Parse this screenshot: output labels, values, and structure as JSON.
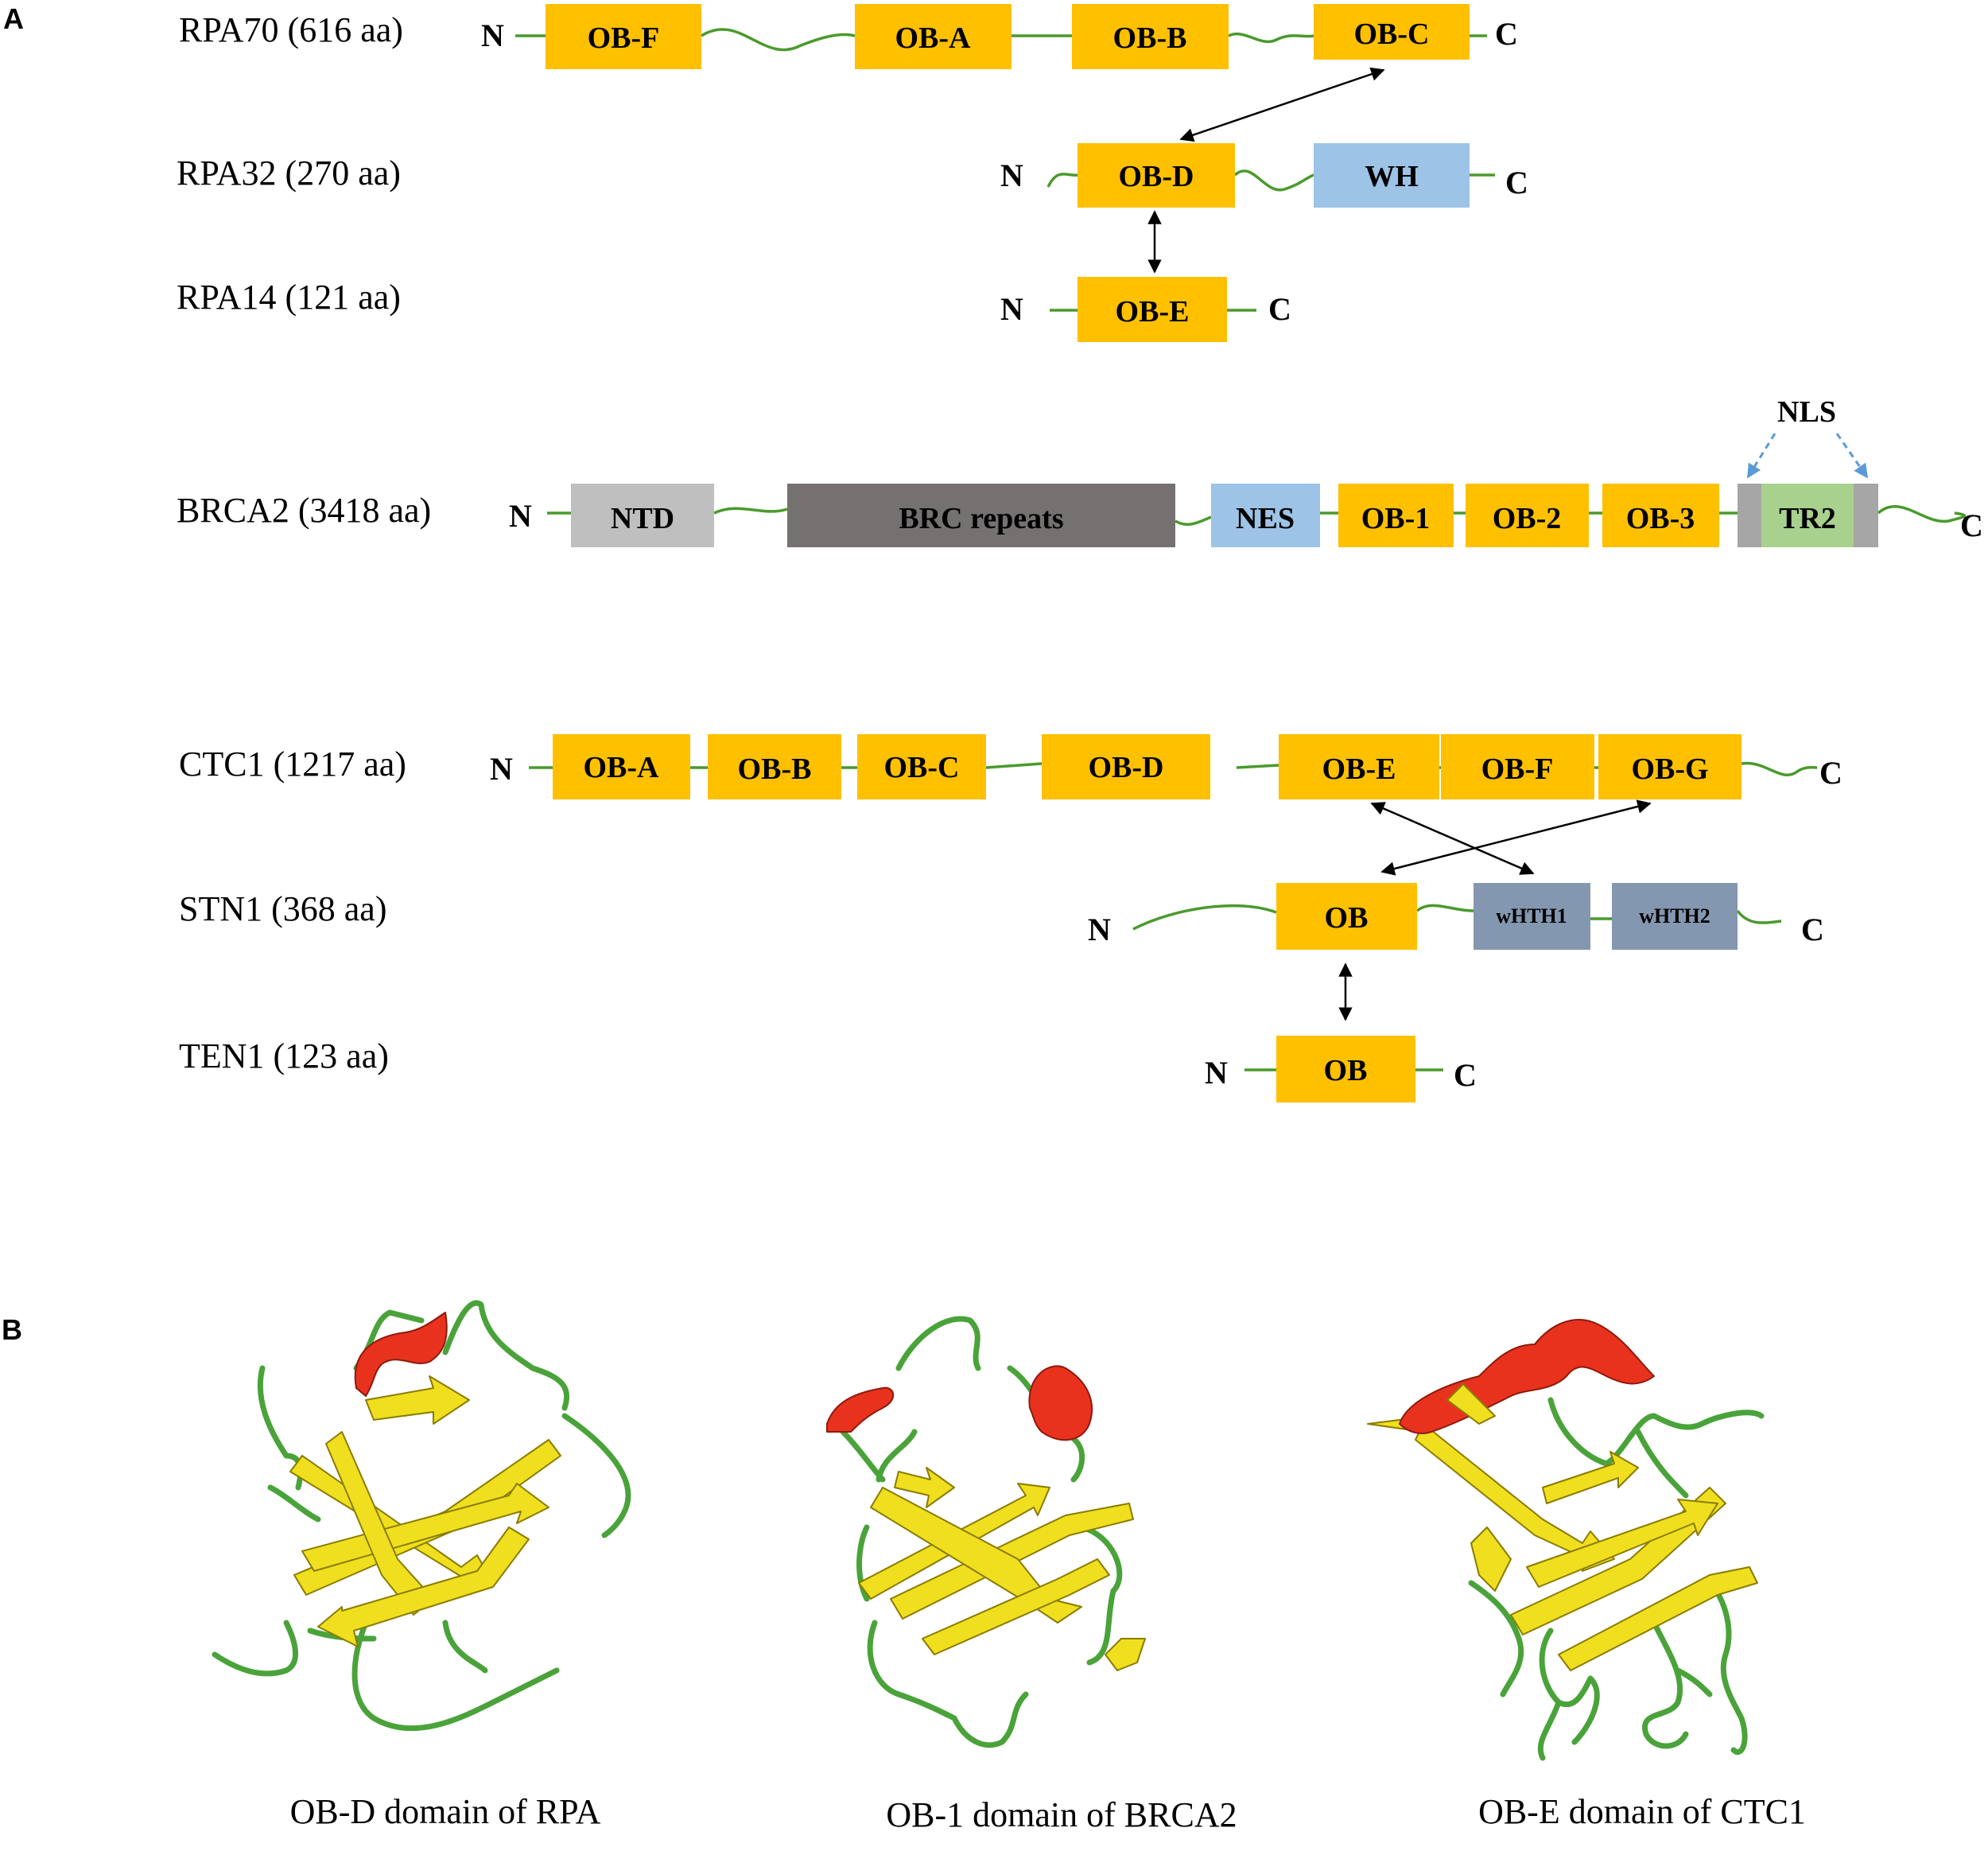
{
  "panels": {
    "a": "A",
    "b": "B"
  },
  "terminals": {
    "n": "N",
    "c": "C"
  },
  "proteins": {
    "rpa70": "RPA70 (616 aa)",
    "rpa32": "RPA32 (270 aa)",
    "rpa14": "RPA14 (121 aa)",
    "brca2": "BRCA2 (3418 aa)",
    "ctc1": "CTC1 (1217 aa)",
    "stn1": "STN1 (368 aa)",
    "ten1": "TEN1 (123 aa)"
  },
  "domains": {
    "rpa70": [
      "OB-F",
      "OB-A",
      "OB-B",
      "OB-C"
    ],
    "rpa32": [
      "OB-D",
      "WH"
    ],
    "rpa14": [
      "OB-E"
    ],
    "brca2": [
      "NTD",
      "BRC repeats",
      "NES",
      "OB-1",
      "OB-2",
      "OB-3",
      "TR2"
    ],
    "brca2_nls": "NLS",
    "ctc1": [
      "OB-A",
      "OB-B",
      "OB-C",
      "OB-D",
      "OB-E",
      "OB-F",
      "OB-G"
    ],
    "stn1": [
      "OB",
      "wHTH1",
      "wHTH2"
    ],
    "ten1": [
      "OB"
    ]
  },
  "captions": [
    "OB-D domain of RPA",
    "OB-1 domain of BRCA2",
    "OB-E domain of CTC1"
  ],
  "colors": {
    "ob_domain": "#ffc000",
    "wh_domain": "#9dc3e6",
    "ntd": "#bfbfbf",
    "brc_repeats": "#767171",
    "nes": "#9dc3e6",
    "tr2": "#a9d18e",
    "nls_flank": "#a6a6a6",
    "whth": "#8497b0",
    "linker": "#4a9a2c",
    "beta_strand": "#f0df1e",
    "alpha_helix": "#e8321e",
    "coil": "#4aa33a"
  }
}
